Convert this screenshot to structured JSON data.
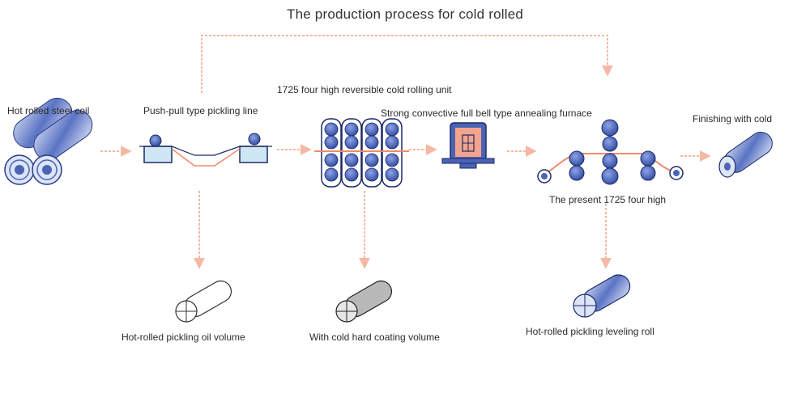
{
  "title": "The production process for cold rolled",
  "stages": {
    "hot_rolled_coil": "Hot rolled steel coil",
    "pickling_line": "Push-pull type pickling line",
    "rolling_unit": "1725 four high reversible cold rolling unit",
    "annealing_furnace": "Strong convective full bell type annealing furnace",
    "present_1725": "The present 1725 four high",
    "finishing": "Finishing with cold"
  },
  "products": {
    "pickling_oil_volume": "Hot-rolled pickling oil volume",
    "cold_hard_coating": "With cold hard coating volume",
    "pickling_leveling_roll": "Hot-rolled pickling leveling roll"
  },
  "colors": {
    "arrow": "#f6b8a4",
    "roll_fill": "#4a63b5",
    "roll_dark": "#1c2a66",
    "tank_fill": "#cfe6f3",
    "strip": "#f08a6a",
    "furnace_glow": "#f4a48c",
    "text": "#2b2b2b"
  }
}
